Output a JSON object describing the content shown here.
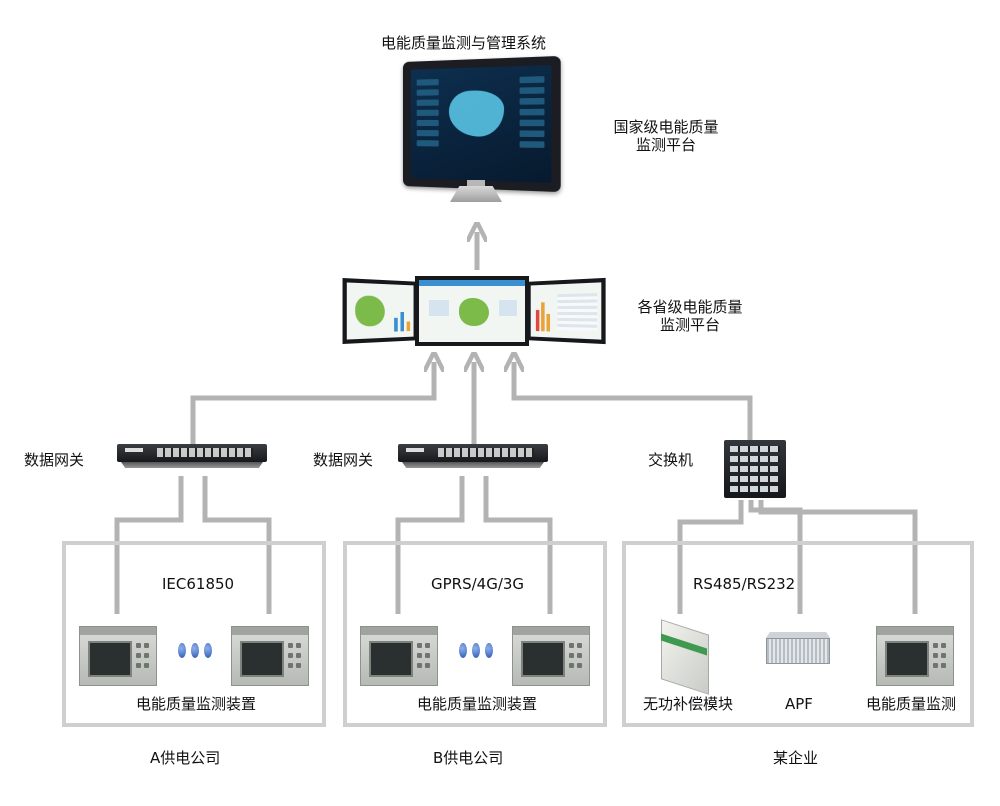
{
  "title": "电能质量监测与管理系统",
  "national_platform": {
    "line1": "国家级电能质量",
    "line2": "监测平台"
  },
  "provincial_platform": {
    "line1": "各省级电能质量",
    "line2": "监测平台"
  },
  "nodes": {
    "gateway_a": "数据网关",
    "gateway_b": "数据网关",
    "switch": "交换机"
  },
  "groups": [
    {
      "protocol": "IEC61850",
      "device_label": "电能质量监测装置",
      "name": "A供电公司"
    },
    {
      "protocol": "GPRS/4G/3G",
      "device_label": "电能质量监测装置",
      "name": "B供电公司"
    },
    {
      "protocol": "RS485/RS232",
      "name": "某企业",
      "equipment": [
        "无功补偿模块",
        "APF",
        "电能质量监测"
      ]
    }
  ],
  "colors": {
    "line": "#b3b3b3",
    "box": "#cfcfcf",
    "map": "#59c3e3",
    "screen": "#0b2740"
  }
}
